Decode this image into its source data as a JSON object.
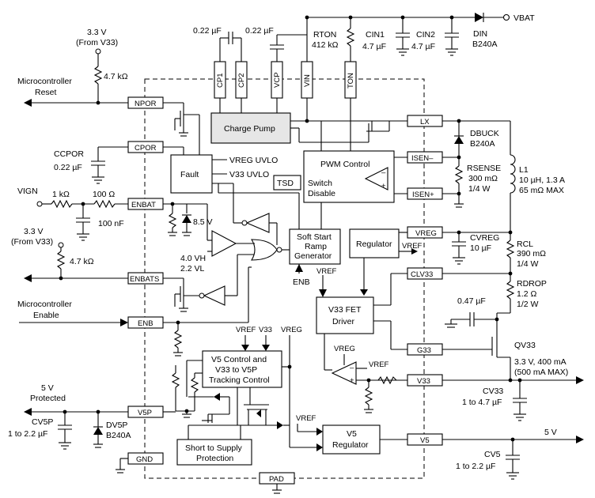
{
  "supply": {
    "vbat": "VBAT",
    "din": "DIN",
    "din_part": "B240A"
  },
  "top_caps": {
    "cp": "0.22 µF",
    "vcp": "0.22 µF",
    "rton": "RTON",
    "rton_val": "412 kΩ",
    "cin1": "CIN1",
    "cin1_val": "4.7 µF",
    "cin2": "CIN2",
    "cin2_val": "4.7 µF"
  },
  "pins": {
    "cp1": "CP1",
    "cp2": "CP2",
    "vcp": "VCP",
    "vin": "VIN",
    "ton": "TON",
    "npor": "NPOR",
    "cpor": "CPOR",
    "enbat": "ENBAT",
    "enbats": "ENBATS",
    "enb": "ENB",
    "v5p": "V5P",
    "gnd": "GND",
    "pad": "PAD",
    "lx": "LX",
    "isen_minus": "ISEN–",
    "isen_plus": "ISEN+",
    "vreg": "VREG",
    "clv33": "CLV33",
    "g33": "G33",
    "v33": "V33",
    "v5": "V5"
  },
  "blocks": {
    "charge_pump": "Charge Pump",
    "fault": "Fault",
    "pwm": "PWM Control",
    "tsd": "TSD",
    "switch_disable_1": "Switch",
    "switch_disable_2": "Disable",
    "soft_start_1": "Soft Start",
    "soft_start_2": "Ramp",
    "soft_start_3": "Generator",
    "regulator": "Regulator",
    "v33_fet_1": "V33 FET",
    "v33_fet_2": "Driver",
    "v5_ctrl_1": "V5 Control and",
    "v5_ctrl_2": "V33 to V5P",
    "v5_ctrl_3": "Tracking Control",
    "short_1": "Short to Supply",
    "short_2": "Protection",
    "v5_reg_1": "V5",
    "v5_reg_2": "Regulator"
  },
  "left": {
    "v33_top_1": "3.3 V",
    "v33_top_2": "(From V33)",
    "r47_top": "4.7 kΩ",
    "mcu_reset_1": "Microcontroller",
    "mcu_reset_2": "Reset",
    "ccpor": "CCPOR",
    "ccpor_val": "0.22 µF",
    "vign": "VIGN",
    "r1k": "1 kΩ",
    "r100": "100 Ω",
    "c100n": "100 nF",
    "v33_mid_1": "3.3 V",
    "v33_mid_2": "(From V33)",
    "r47_mid": "4.7 kΩ",
    "mcu_en_1": "Microcontroller",
    "mcu_en_2": "Enable",
    "v5_prot_1": "5 V",
    "v5_prot_2": "Protected",
    "cv5p": "CV5P",
    "cv5p_val": "1 to 2.2 µF",
    "dv5p": "DV5P",
    "dv5p_part": "B240A"
  },
  "internal": {
    "vreg_uvlo": "VREG UVLO",
    "v33_uvlo": "V33 UVLO",
    "z85": "8.5 V",
    "vh": "4.0 VH",
    "vl": "2.2 VL",
    "enb": "ENB",
    "vref": "VREF",
    "v33": "V33",
    "vreg": "VREG"
  },
  "right": {
    "dbuck": "DBUCK",
    "dbuck_part": "B240A",
    "rsense": "RSENSE",
    "rsense_val": "300 mΩ",
    "rsense_w": "1/4 W",
    "l1": "L1",
    "l1_v1": "10 µH, 1.3 A",
    "l1_v2": "65 mΩ MAX",
    "cvreg": "CVREG",
    "cvreg_val": "10 µF",
    "rcl": "RCL",
    "rcl_val": "390 mΩ",
    "rcl_w": "1/4 W",
    "rdrop": "RDROP",
    "rdrop_val": "1.2 Ω",
    "rdrop_w": "1/2 W",
    "c047": "0.47 µF",
    "qv33": "QV33",
    "out33_1": "3.3 V, 400 mA",
    "out33_2": "(500 mA MAX)",
    "cv33": "CV33",
    "cv33_val": "1 to 4.7 µF",
    "out5": "5 V",
    "cv5": "CV5",
    "cv5_val": "1 to 2.2 µF"
  }
}
